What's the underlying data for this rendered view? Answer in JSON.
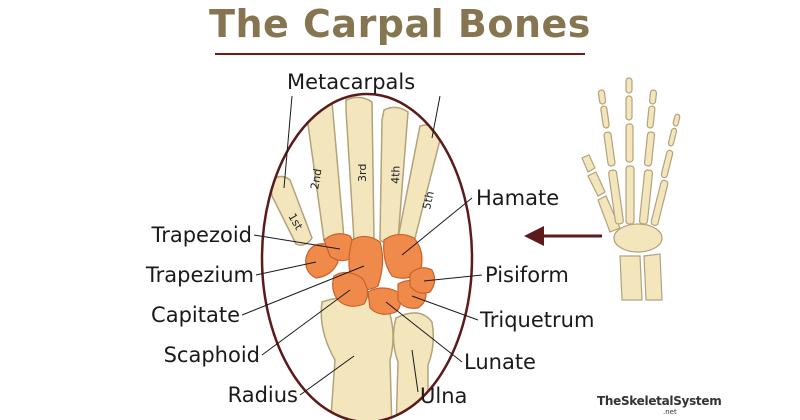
{
  "title": "The Carpal Bones",
  "labels": {
    "metacarpals": "Metacarpals",
    "hamate": "Hamate",
    "pisiform": "Pisiform",
    "triquetrum": "Triquetrum",
    "lunate": "Lunate",
    "ulna": "Ulna",
    "trapezoid": "Trapezoid",
    "trapezium": "Trapezium",
    "capitate": "Capitate",
    "scaphoid": "Scaphoid",
    "radius": "Radius"
  },
  "metacarpal_numbers": [
    "1st",
    "2nd",
    "3rd",
    "4th",
    "5th"
  ],
  "brand": {
    "name": "TheSkeletalSystem",
    "suffix": ".net"
  },
  "colors": {
    "title": "#857550",
    "rule": "#6e1b1b",
    "bone": "#f3e6bd",
    "bone_outline": "#b3a27a",
    "carpal": "#f08a4b",
    "carpal_outline": "#c8622a",
    "ellipse": "#5c1a1a",
    "arrow": "#5c1a1a"
  }
}
